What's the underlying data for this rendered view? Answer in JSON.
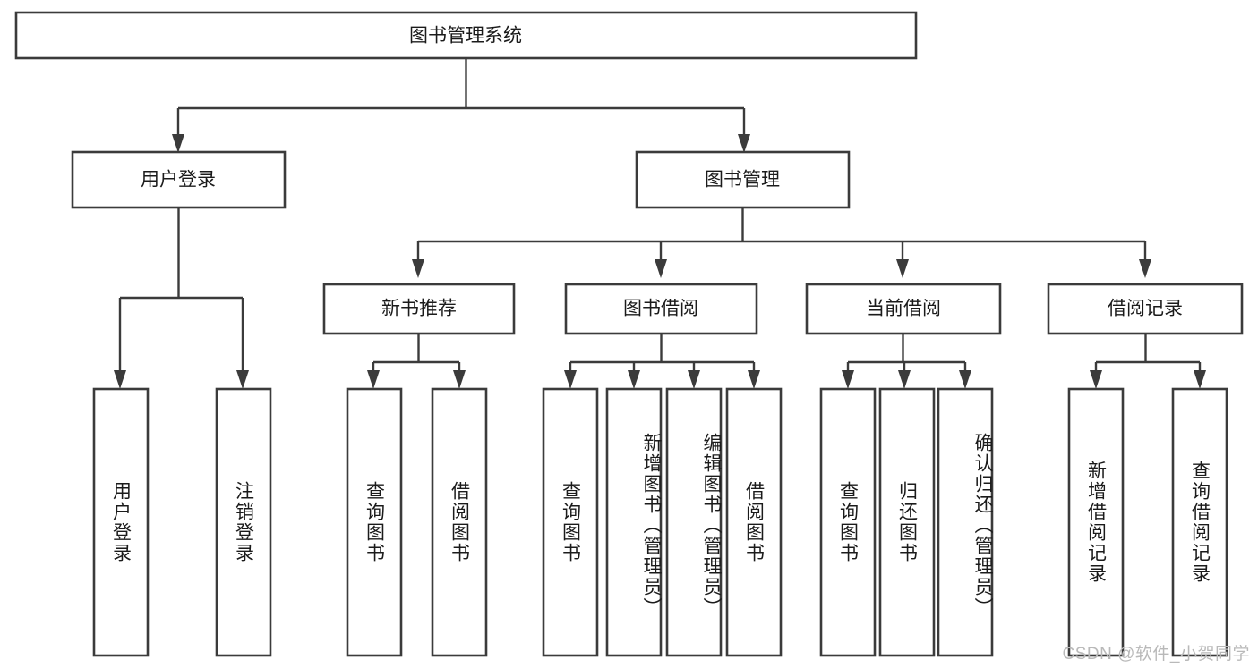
{
  "diagram": {
    "title": "图书管理系统",
    "type": "tree",
    "background_color": "#ffffff",
    "box_stroke_color": "#3b3b3b",
    "box_fill_color": "#ffffff",
    "connector_color": "#3b3b3b",
    "text_color": "#1b1b1b",
    "root": {
      "label": "图书管理系统"
    },
    "level2": [
      {
        "label": "用户登录"
      },
      {
        "label": "图书管理"
      }
    ],
    "level3": [
      {
        "label": "新书推荐"
      },
      {
        "label": "图书借阅"
      },
      {
        "label": "当前借阅"
      },
      {
        "label": "借阅记录"
      }
    ],
    "leaves": {
      "user_login": [
        {
          "label": "用户登录"
        },
        {
          "label": "注销登录"
        }
      ],
      "new_book_recommend": [
        {
          "label": "查询图书"
        },
        {
          "label": "借阅图书"
        }
      ],
      "book_borrow": [
        {
          "label": "查询图书"
        },
        {
          "label": "新增图书（管理员）"
        },
        {
          "label": "编辑图书（管理员）"
        },
        {
          "label": "借阅图书"
        }
      ],
      "current_borrow": [
        {
          "label": "查询图书"
        },
        {
          "label": "归还图书"
        },
        {
          "label": "确认归还（管理员）"
        }
      ],
      "borrow_record": [
        {
          "label": "新增借阅记录"
        },
        {
          "label": "查询借阅记录"
        }
      ]
    }
  },
  "watermark": {
    "text": "CSDN @软件_小贺同学",
    "color": "#b9b9b9"
  }
}
